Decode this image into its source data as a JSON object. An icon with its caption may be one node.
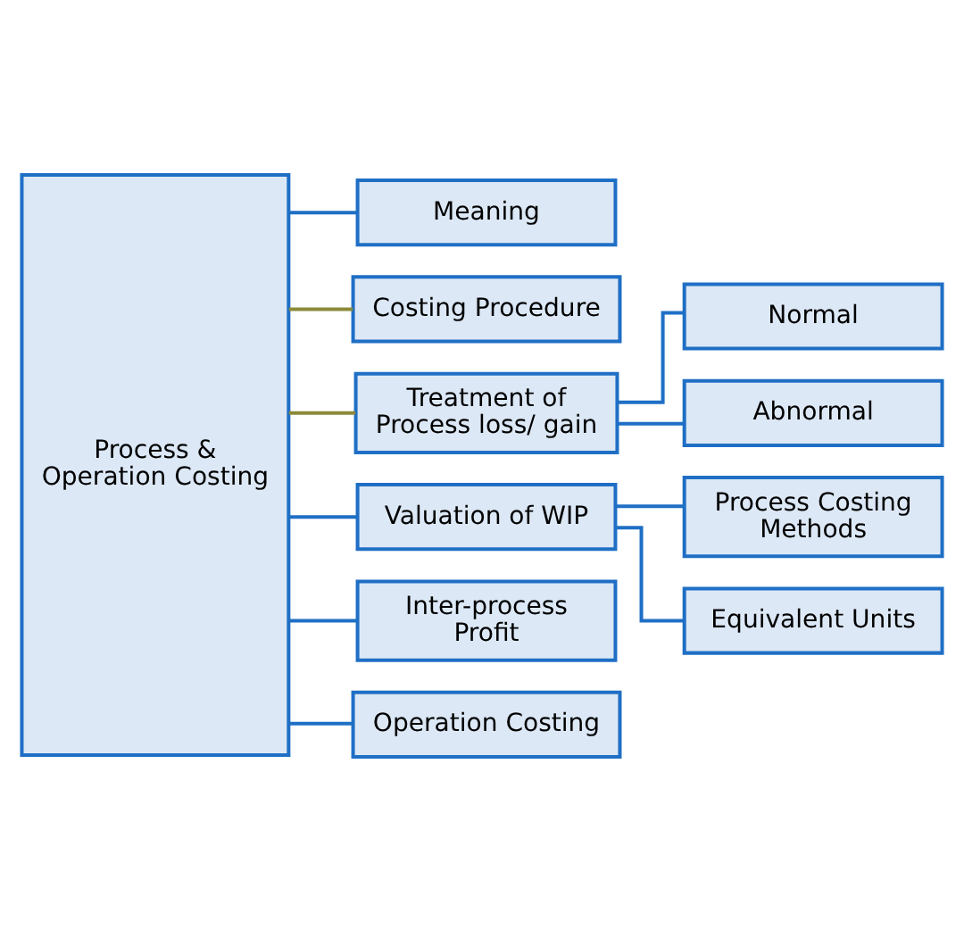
{
  "diagram": {
    "nodes": [
      {
        "text": [
          "Process & Operation Costing"
        ]
      },
      {
        "text": [
          "Meaning"
        ]
      },
      {
        "text": [
          "Costing Procedure"
        ]
      },
      {
        "text": [
          "Treatment of Process loss/ gain"
        ]
      },
      {
        "text": [
          "Normal"
        ]
      },
      {
        "text": [
          "Abnormal"
        ]
      },
      {
        "text": [
          "Valuation of WIP"
        ]
      },
      {
        "text": [
          "Process Costing Methods"
        ]
      },
      {
        "text": [
          "Equivalent Units"
        ]
      },
      {
        "text": [
          "Inter-process Profit"
        ]
      },
      {
        "text": [
          "Operation Costing"
        ]
      }
    ],
    "edges": [
      {
        "from": 0,
        "to": 1,
        "arrow": "none"
      },
      {
        "from": 0,
        "to": 2,
        "arrow": "none",
        "color": "#8a8a3a"
      },
      {
        "from": 0,
        "to": 3,
        "arrow": "none",
        "color": "#8a8a3a"
      },
      {
        "from": 3,
        "to": 4,
        "arrow": "none"
      },
      {
        "from": 3,
        "to": 5,
        "arrow": "none"
      },
      {
        "from": 0,
        "to": 6,
        "arrow": "none"
      },
      {
        "from": 6,
        "to": 7,
        "arrow": "none"
      },
      {
        "from": 6,
        "to": 8,
        "arrow": "none"
      },
      {
        "from": 0,
        "to": 9,
        "arrow": "none"
      },
      {
        "from": 0,
        "to": 10,
        "arrow": "none"
      }
    ]
  }
}
